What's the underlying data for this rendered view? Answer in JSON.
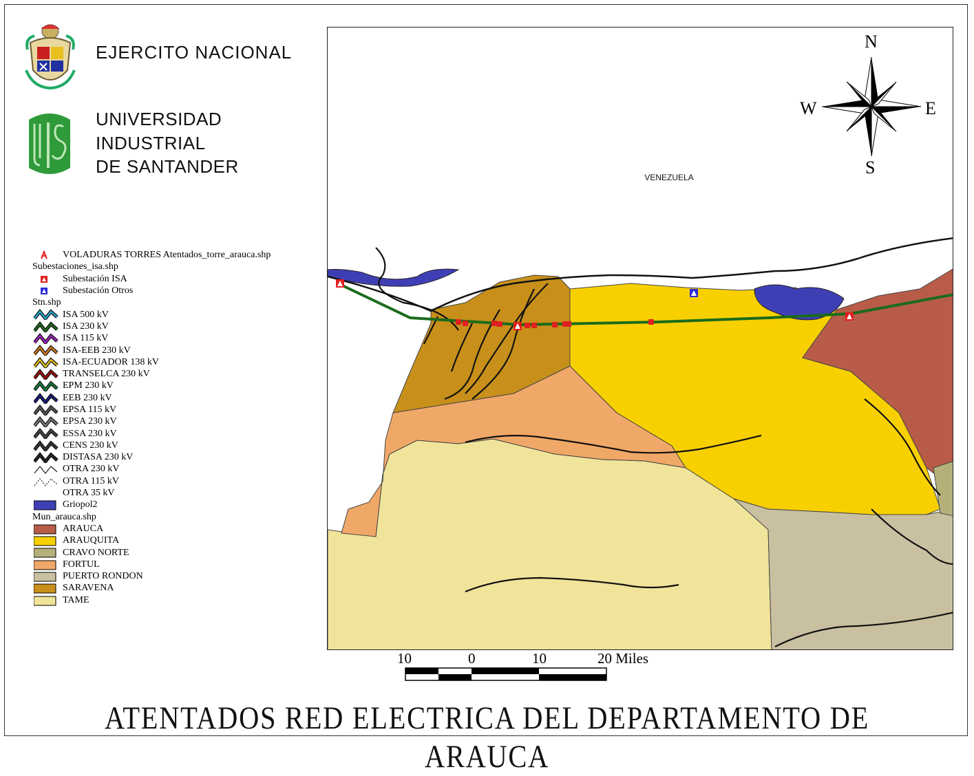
{
  "header": {
    "org1": "EJERCITO NACIONAL",
    "org2_lines": [
      "UNIVERSIDAD",
      "INDUSTRIAL",
      "DE SANTANDER"
    ]
  },
  "legend": [
    {
      "kind": "point",
      "symbol": "tower-attack",
      "color": "#e02020",
      "label": "VOLADURAS TORRES Atentados_torre_arauca.shp"
    },
    {
      "kind": "header",
      "label": "Subestaciones_isa.shp"
    },
    {
      "kind": "point",
      "symbol": "substation",
      "color": "#e02020",
      "label": "Subestación ISA"
    },
    {
      "kind": "point",
      "symbol": "substation",
      "color": "#2b2bd8",
      "label": "Subestación Otros"
    },
    {
      "kind": "header",
      "label": "Stn.shp"
    },
    {
      "kind": "line",
      "color": "#2aa6c8",
      "label": "ISA 500 kV"
    },
    {
      "kind": "line",
      "color": "#1b6b1b",
      "label": "ISA 230 kV"
    },
    {
      "kind": "line",
      "color": "#a020c0",
      "label": "ISA 115 kV"
    },
    {
      "kind": "line",
      "color": "#d07a20",
      "label": "ISA-EEB 230 kV"
    },
    {
      "kind": "line",
      "color": "#e0c020",
      "label": "ISA-ECUADOR 138 kV"
    },
    {
      "kind": "line",
      "color": "#a01010",
      "label": "TRANSELCA 230 kV"
    },
    {
      "kind": "line",
      "color": "#157a3a",
      "label": "EPM 230 kV"
    },
    {
      "kind": "line",
      "color": "#1a1a80",
      "label": "EEB 230 kV"
    },
    {
      "kind": "line",
      "color": "#555555",
      "label": "EPSA 115 kV"
    },
    {
      "kind": "line",
      "color": "#777777",
      "label": "EPSA 230 kV"
    },
    {
      "kind": "line",
      "color": "#444444",
      "label": "ESSA 230 kV"
    },
    {
      "kind": "line",
      "color": "#333333",
      "label": "CENS 230 kV"
    },
    {
      "kind": "line",
      "color": "#222222",
      "label": "DISTASA 230 kV"
    },
    {
      "kind": "line-thin",
      "color": "#222222",
      "label": "OTRA 230 kV"
    },
    {
      "kind": "line-dash",
      "color": "#222222",
      "label": "OTRA 115 kV"
    },
    {
      "kind": "blank",
      "color": "#222222",
      "label": "OTRA 35 kV"
    },
    {
      "kind": "fill",
      "color": "#3f3fb5",
      "label": "Griopol2"
    },
    {
      "kind": "header",
      "label": "Mun_arauca.shp"
    },
    {
      "kind": "fill",
      "color": "#b85c48",
      "label": "ARAUCA"
    },
    {
      "kind": "fill",
      "color": "#f8d000",
      "label": "ARAUQUITA"
    },
    {
      "kind": "fill",
      "color": "#b5b07a",
      "label": "CRAVO NORTE"
    },
    {
      "kind": "fill",
      "color": "#f0a868",
      "label": "FORTUL"
    },
    {
      "kind": "fill",
      "color": "#c8c0a0",
      "label": "PUERTO RONDON"
    },
    {
      "kind": "fill",
      "color": "#c8901a",
      "label": "SARAVENA"
    },
    {
      "kind": "fill",
      "color": "#f0e49a",
      "label": "TAME"
    }
  ],
  "map": {
    "country_label": "VENEZUELA",
    "compass": {
      "n": "N",
      "s": "S",
      "e": "E",
      "w": "W"
    },
    "colors": {
      "arauca": "#b85c48",
      "arauquita": "#f8d000",
      "cravo_norte": "#b5b07a",
      "fortul": "#f0a868",
      "puerto_rondon": "#c8c0a0",
      "saravena": "#c8901a",
      "tame": "#f0e49a",
      "water": "#3f3fb5",
      "line": "#1b6b1b",
      "attack": "#e02020"
    }
  },
  "scale_bar": {
    "labels": [
      "10",
      "0",
      "10",
      "20 Miles"
    ]
  },
  "title": "ATENTADOS RED ELECTRICA DEL DEPARTAMENTO DE ARAUCA"
}
